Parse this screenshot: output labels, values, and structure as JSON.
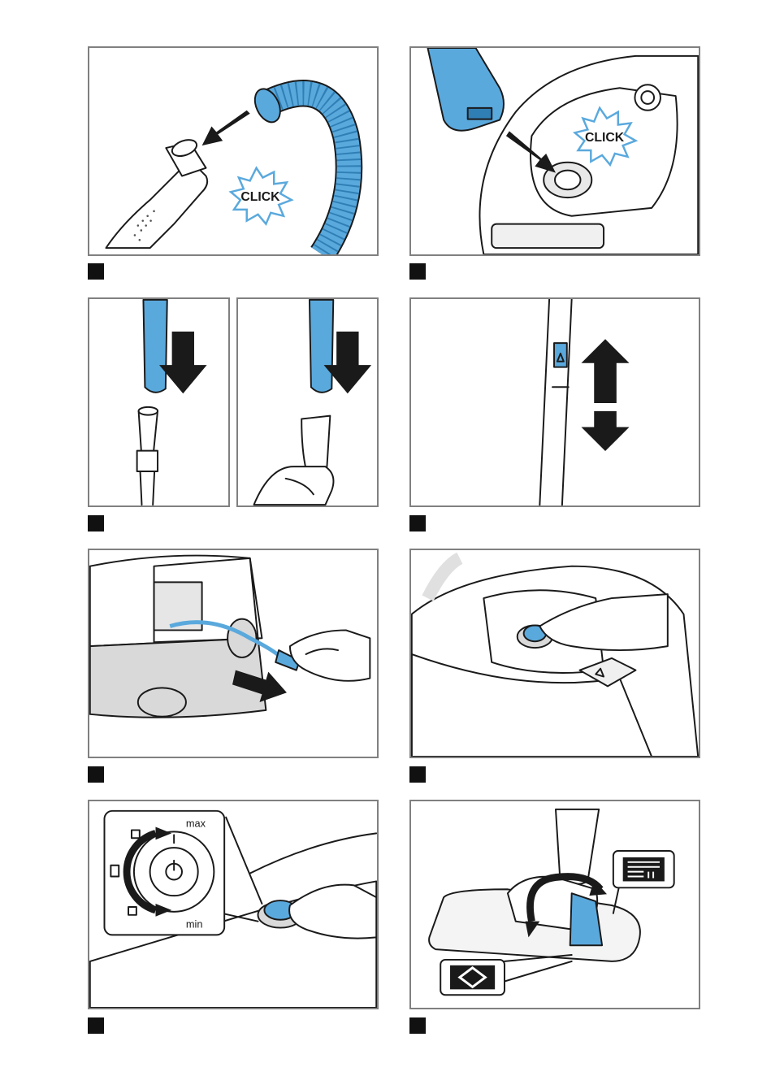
{
  "colors": {
    "accent": "#5aa9dd",
    "accent_dark": "#2f7fb5",
    "frame": "#808080",
    "ink": "#1a1a1a",
    "body_grey": "#d9d9d9"
  },
  "labels": {
    "click": "CLICK",
    "dial_max": "max",
    "dial_min": "min"
  },
  "panels": [
    {
      "id": "1",
      "scene": "hose-to-handle-click"
    },
    {
      "id": "2",
      "scene": "hose-into-appliance-click"
    },
    {
      "id": "3",
      "scene": "tube-and-nozzle-attach"
    },
    {
      "id": "4",
      "scene": "telescopic-tube-adjust"
    },
    {
      "id": "5",
      "scene": "pull-out-cord"
    },
    {
      "id": "6",
      "scene": "press-power-button"
    },
    {
      "id": "7",
      "scene": "suction-power-dial"
    },
    {
      "id": "8",
      "scene": "floor-nozzle-switch"
    }
  ]
}
